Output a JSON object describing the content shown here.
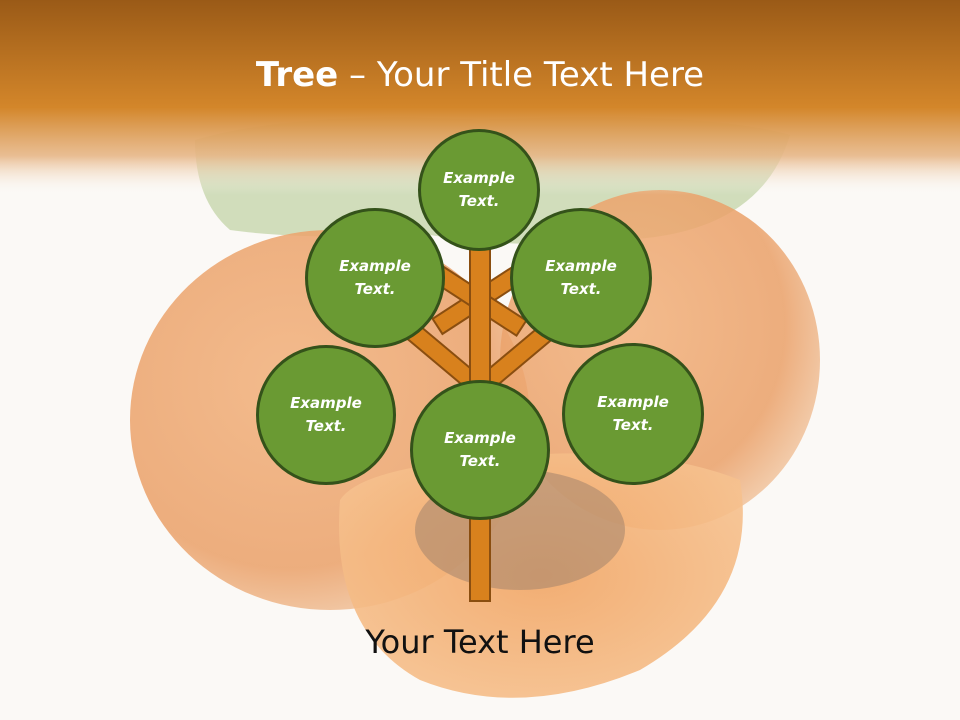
{
  "title": {
    "bold": "Tree",
    "rest": " – Your Title Text Here"
  },
  "nodes": [
    {
      "label": "Example\nText."
    },
    {
      "label": "Example\nText."
    },
    {
      "label": "Example\nText."
    },
    {
      "label": "Example\nText."
    },
    {
      "label": "Example\nText."
    },
    {
      "label": "Example\nText."
    }
  ],
  "footer": "Your Text Here",
  "colors": {
    "banner": "#d38724",
    "node_fill": "#6a9a33",
    "node_border": "#34521a",
    "branch": "#d8811d"
  }
}
